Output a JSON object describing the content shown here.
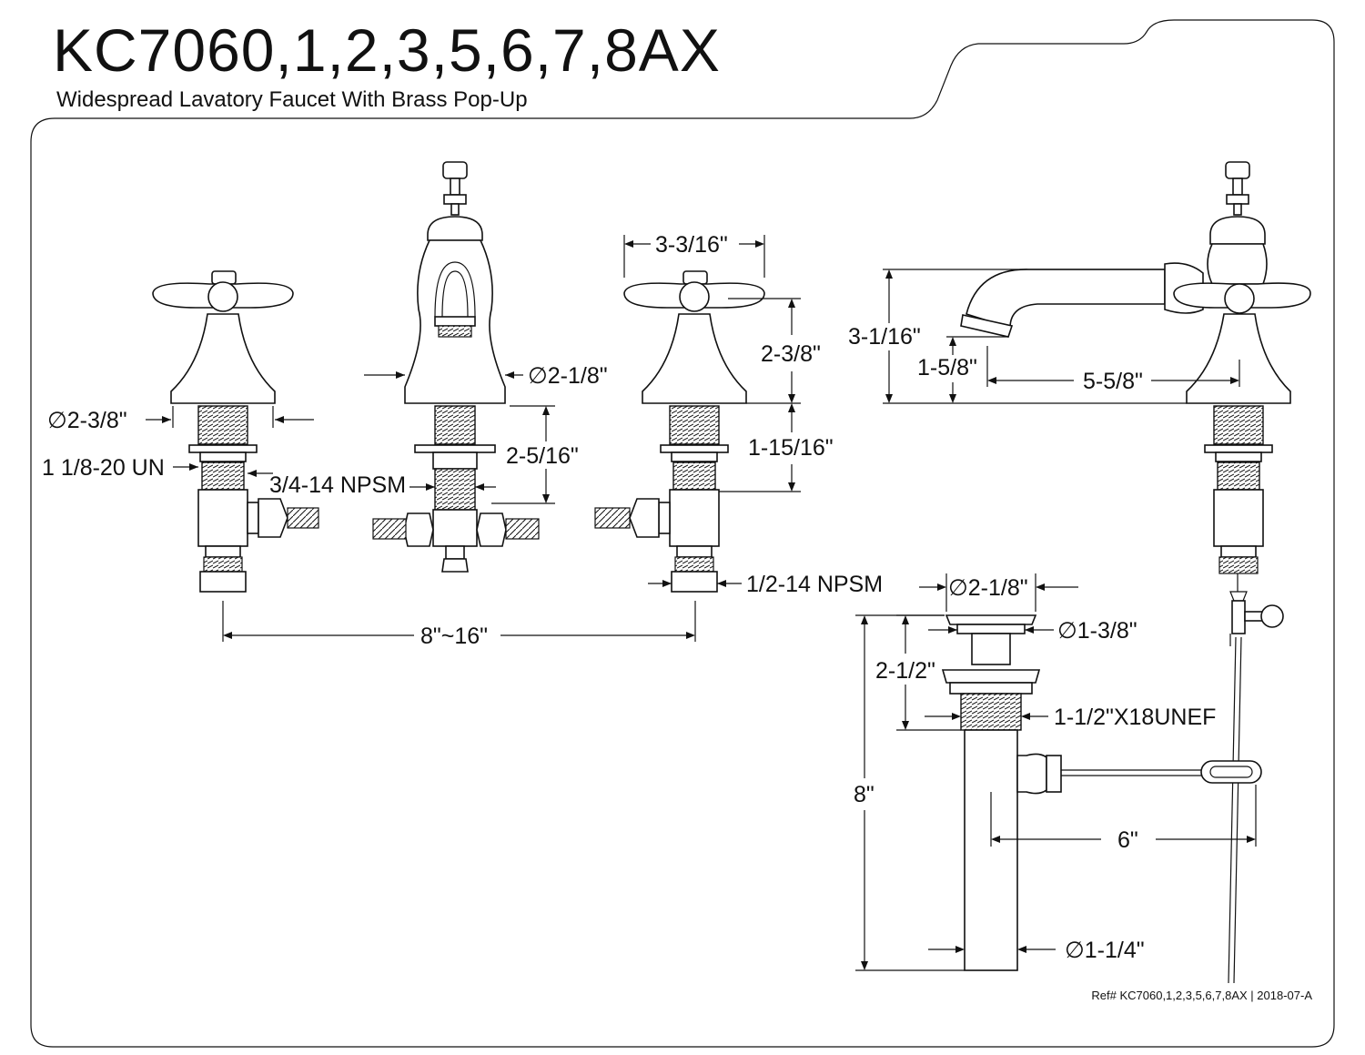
{
  "header": {
    "title": "KC7060,1,2,3,5,6,7,8AX",
    "subtitle": "Widespread Lavatory Faucet With Brass Pop-Up"
  },
  "footer": {
    "ref": "Ref# KC7060,1,2,3,5,6,7,8AX | 2018-07-A"
  },
  "dimensions": {
    "handle_diameter": "∅2-3/8\"",
    "shank_thread": "1 1/8-20 UN",
    "nut_thread": "3/4-14 NPSM",
    "spout_base_diameter": "∅2-1/8\"",
    "spout_shank_length": "2-5/16\"",
    "handle_width": "3-3/16\"",
    "handle_height": "2-3/8\"",
    "handle_shank_length": "1-15/16\"",
    "supply_thread": "1/2-14 NPSM",
    "spread": "8\"~16\"",
    "spout_height": "3-1/16\"",
    "aerator_height": "1-5/8\"",
    "spout_reach": "5-5/8\"",
    "drain_flange_diameter": "∅2-1/8\"",
    "drain_body_diameter": "∅1-3/8\"",
    "drain_body_height": "2-1/2\"",
    "drain_thread": "1-1/2\"X18UNEF",
    "drain_total_length": "8\"",
    "pivot_reach": "6\"",
    "tailpiece_diameter": "∅1-1/4\""
  }
}
